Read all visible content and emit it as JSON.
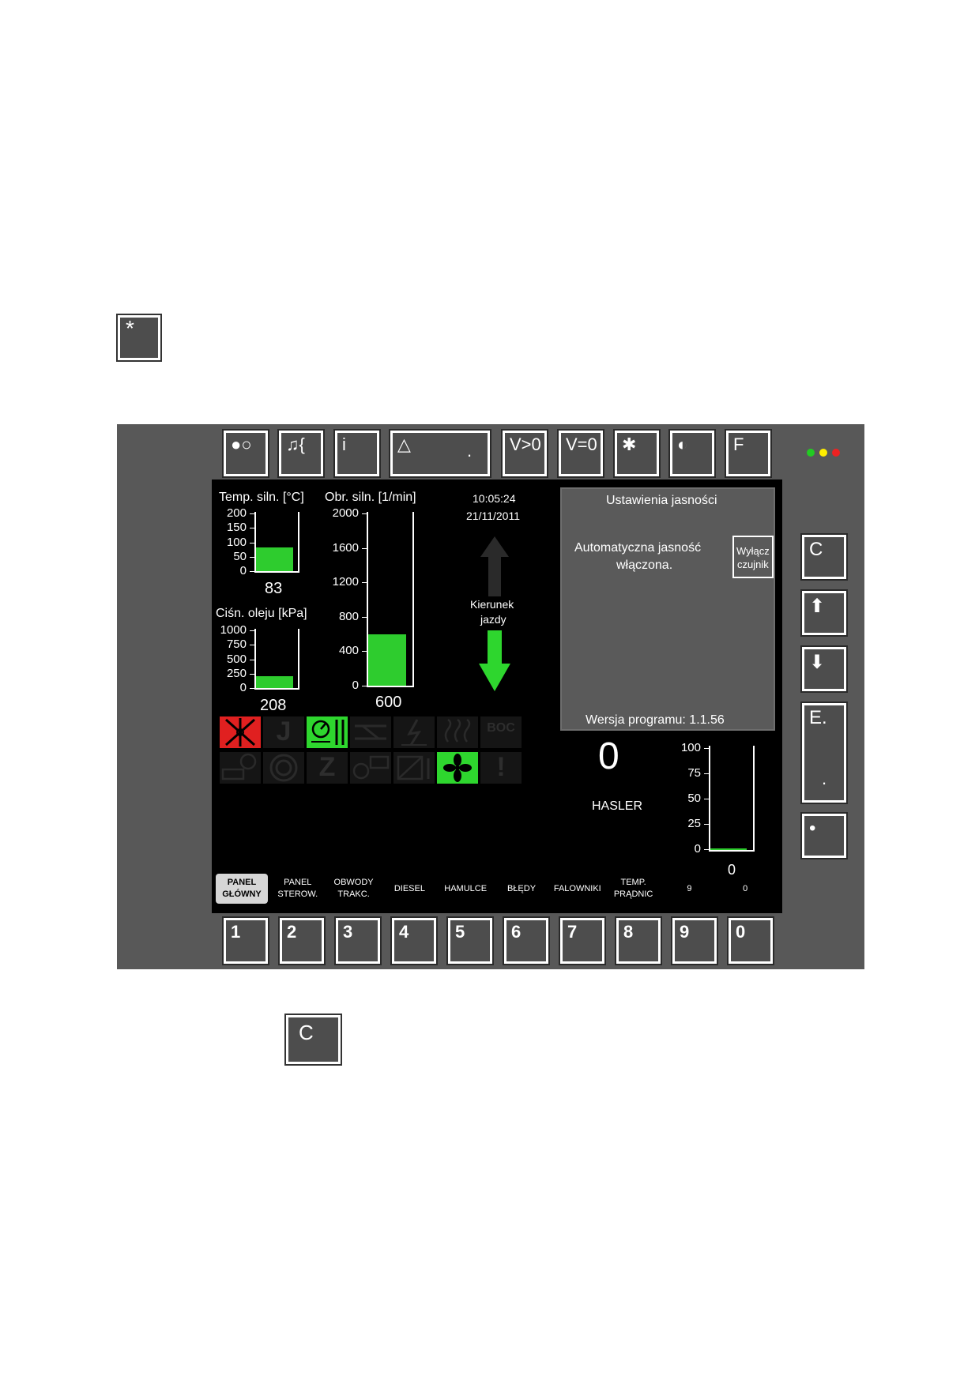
{
  "standalone_keys": {
    "brightness_key_label": "*",
    "clear_key_label": "C"
  },
  "top_keys": [
    {
      "name": "lights-key",
      "label": "●○"
    },
    {
      "name": "horn-key",
      "label": "♫{"
    },
    {
      "name": "info-key",
      "label": "i"
    },
    {
      "name": "warning-key",
      "label": "△",
      "suffix": "."
    },
    {
      "name": "v-gt-0-key",
      "label": "V>0"
    },
    {
      "name": "v-eq-0-key",
      "label": "V=0"
    },
    {
      "name": "brightness-key",
      "label": "✱"
    },
    {
      "name": "contrast-key",
      "label": "◐"
    },
    {
      "name": "f-key",
      "label": "F"
    }
  ],
  "side_keys": [
    {
      "name": "clear-key",
      "label": "C"
    },
    {
      "name": "up-key",
      "label": "⬆"
    },
    {
      "name": "down-key",
      "label": "⬇"
    },
    {
      "name": "enter-key",
      "label": "E.",
      "dot": "."
    },
    {
      "name": "dot-key",
      "label": "•"
    }
  ],
  "bottom_keys": [
    "1",
    "2",
    "3",
    "4",
    "5",
    "6",
    "7",
    "8",
    "9",
    "0"
  ],
  "leds": [
    "#22cc22",
    "#ffee00",
    "#ee2222"
  ],
  "engine_temp": {
    "title": "Temp. siln. [°C]",
    "scale": [
      "200",
      "150",
      "100",
      "50",
      "0"
    ],
    "value": "83",
    "fill_fraction": 0.415
  },
  "oil_pressure": {
    "title": "Ciśn. oleju [kPa]",
    "scale": [
      "1000",
      "750",
      "500",
      "250",
      "0"
    ],
    "value": "208",
    "fill_fraction": 0.208
  },
  "engine_rpm": {
    "title": "Obr. siln. [1/min]",
    "scale": [
      "2000",
      "1600",
      "1200",
      "800",
      "400",
      "0"
    ],
    "value": "600",
    "fill_fraction": 0.3
  },
  "clock": {
    "time": "10:05:24",
    "date": "21/11/2011"
  },
  "direction": {
    "label_line1": "Kierunek",
    "label_line2": "jazdy",
    "active": "down"
  },
  "brightness_panel": {
    "title": "Ustawienia jasności",
    "status_line1": "Automatyczna jasność",
    "status_line2": "włączona.",
    "sensor_button_line1": "Wyłącz",
    "sensor_button_line2": "czujnik",
    "version": "Wersja programu: 1.1.56"
  },
  "hasler": {
    "value": "0",
    "label": "HASLER",
    "scale": [
      "100",
      "75",
      "50",
      "25",
      "0"
    ],
    "bar_value": "0"
  },
  "status_icons_row1": [
    {
      "name": "fan-fault-icon",
      "state": "red"
    },
    {
      "name": "j-icon",
      "state": "off",
      "glyph": "J"
    },
    {
      "name": "gauge-icon",
      "state": "green"
    },
    {
      "name": "coupling-icon",
      "state": "off"
    },
    {
      "name": "lightning-icon",
      "state": "off"
    },
    {
      "name": "heating-icon",
      "state": "off"
    },
    {
      "name": "boc-icon",
      "state": "off",
      "glyph": "BOC"
    }
  ],
  "status_icons_row2": [
    {
      "name": "compressor-icon",
      "state": "off"
    },
    {
      "name": "spiral-icon",
      "state": "off"
    },
    {
      "name": "z-icon",
      "state": "off",
      "glyph": "Z"
    },
    {
      "name": "transformer-icon",
      "state": "off"
    },
    {
      "name": "converter-icon",
      "state": "off"
    },
    {
      "name": "fan-icon",
      "state": "green"
    },
    {
      "name": "alert-circle-icon",
      "state": "off",
      "glyph": "!"
    }
  ],
  "tabs": [
    {
      "line1": "PANEL",
      "line2": "GŁÓWNY",
      "active": true
    },
    {
      "line1": "PANEL",
      "line2": "STEROW."
    },
    {
      "line1": "OBWODY",
      "line2": "TRAKC."
    },
    {
      "line1": "DIESEL",
      "line2": ""
    },
    {
      "line1": "HAMULCE",
      "line2": ""
    },
    {
      "line1": "BŁĘDY",
      "line2": ""
    },
    {
      "line1": "FALOWNIKI",
      "line2": ""
    },
    {
      "line1": "TEMP.",
      "line2": "PRĄDNIC"
    },
    {
      "line1": "9",
      "line2": ""
    },
    {
      "line1": "0",
      "line2": ""
    }
  ]
}
